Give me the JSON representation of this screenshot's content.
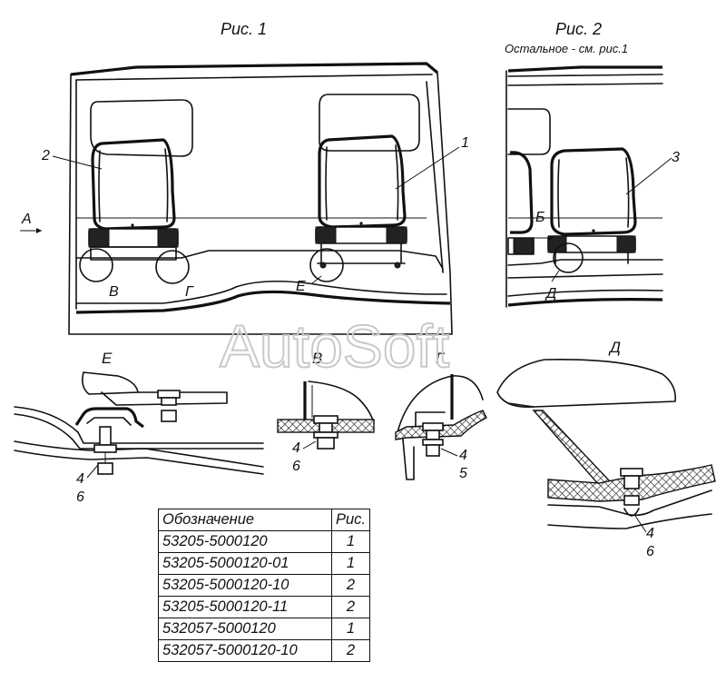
{
  "figures": {
    "fig1_title": "Рис. 1",
    "fig2_title": "Рис. 2",
    "fig2_subtitle": "Остальное - см. рис.1"
  },
  "callouts": {
    "seat_1": "1",
    "seat_2": "2",
    "seat_3": "3",
    "view_a": "А",
    "view_b": "Б",
    "detail_v": "В",
    "detail_g": "Г",
    "detail_e": "Е",
    "detail_d": "Д"
  },
  "details": {
    "e": {
      "title": "Е",
      "parts": [
        "4",
        "6"
      ]
    },
    "v": {
      "title": "В",
      "parts": [
        "4",
        "6"
      ]
    },
    "g": {
      "title": "Г",
      "parts": [
        "4",
        "5"
      ]
    },
    "d": {
      "title": "Д",
      "parts": [
        "4",
        "6"
      ]
    }
  },
  "watermark": "AutoSoft",
  "table": {
    "headers": [
      "Обозначение",
      "Рис."
    ],
    "rows": [
      [
        "53205-5000120",
        "1"
      ],
      [
        "53205-5000120-01",
        "1"
      ],
      [
        "53205-5000120-10",
        "2"
      ],
      [
        "53205-5000120-11",
        "2"
      ],
      [
        "532057-5000120",
        "1"
      ],
      [
        "532057-5000120-10",
        "2"
      ]
    ]
  }
}
